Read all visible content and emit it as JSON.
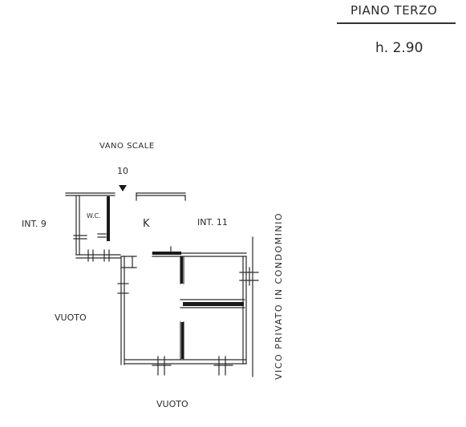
{
  "header": {
    "floor_title": "PIANO TERZO",
    "ceiling_height": "h. 2.90"
  },
  "plan": {
    "stair_label": "VANO SCALE",
    "stair_number": "10",
    "unit_left": "INT. 9",
    "unit_right": "INT. 11",
    "wc_label": "W.C.",
    "kitchen_label": "K",
    "void_left": "VUOTO",
    "void_bottom": "VUOTO",
    "lane_label": "VICO PRIVATO IN CONDOMINIO"
  },
  "colors": {
    "ink": "#2a2a2a",
    "wall_fill": "#1a1a1a"
  }
}
